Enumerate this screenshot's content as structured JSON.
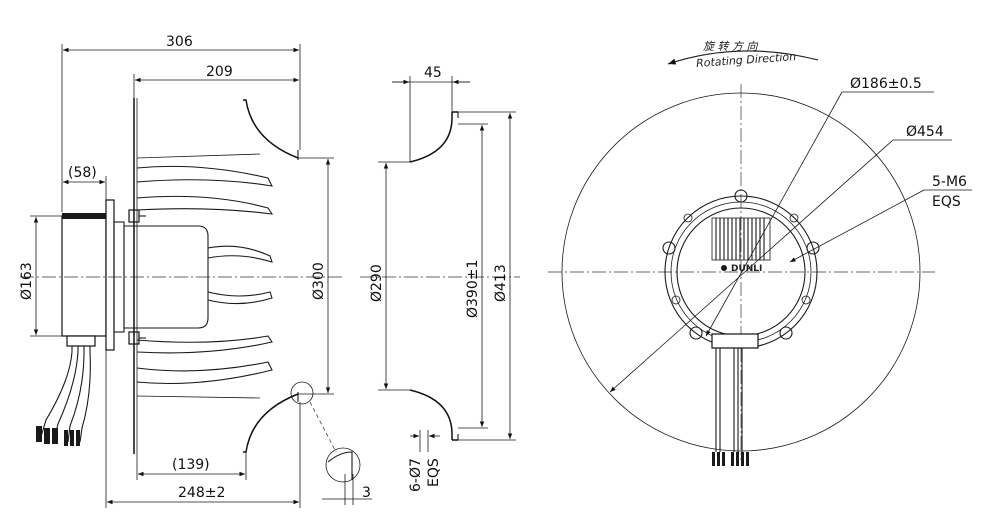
{
  "dimensions": {
    "d306": "306",
    "d209": "209",
    "d58": "(58)",
    "d163": "Ø163",
    "d300": "Ø300",
    "d139": "(139)",
    "d248": "248±2",
    "d3": "3",
    "d45": "45",
    "d290": "Ø290",
    "d390": "Ø390±1",
    "d413": "Ø413",
    "hole_count": "6-Ø7",
    "hole_eqs": "EQS",
    "d186": "Ø186±0.5",
    "d454": "Ø454",
    "thread": "5-M6",
    "thread_eqs": "EQS"
  },
  "rotation": {
    "label_cn": "旋 转 方 向",
    "label_en": "Rotating Direction"
  },
  "brand": {
    "logo_text": "DUNLI"
  },
  "colors": {
    "line": "#111111",
    "background": "#ffffff"
  }
}
